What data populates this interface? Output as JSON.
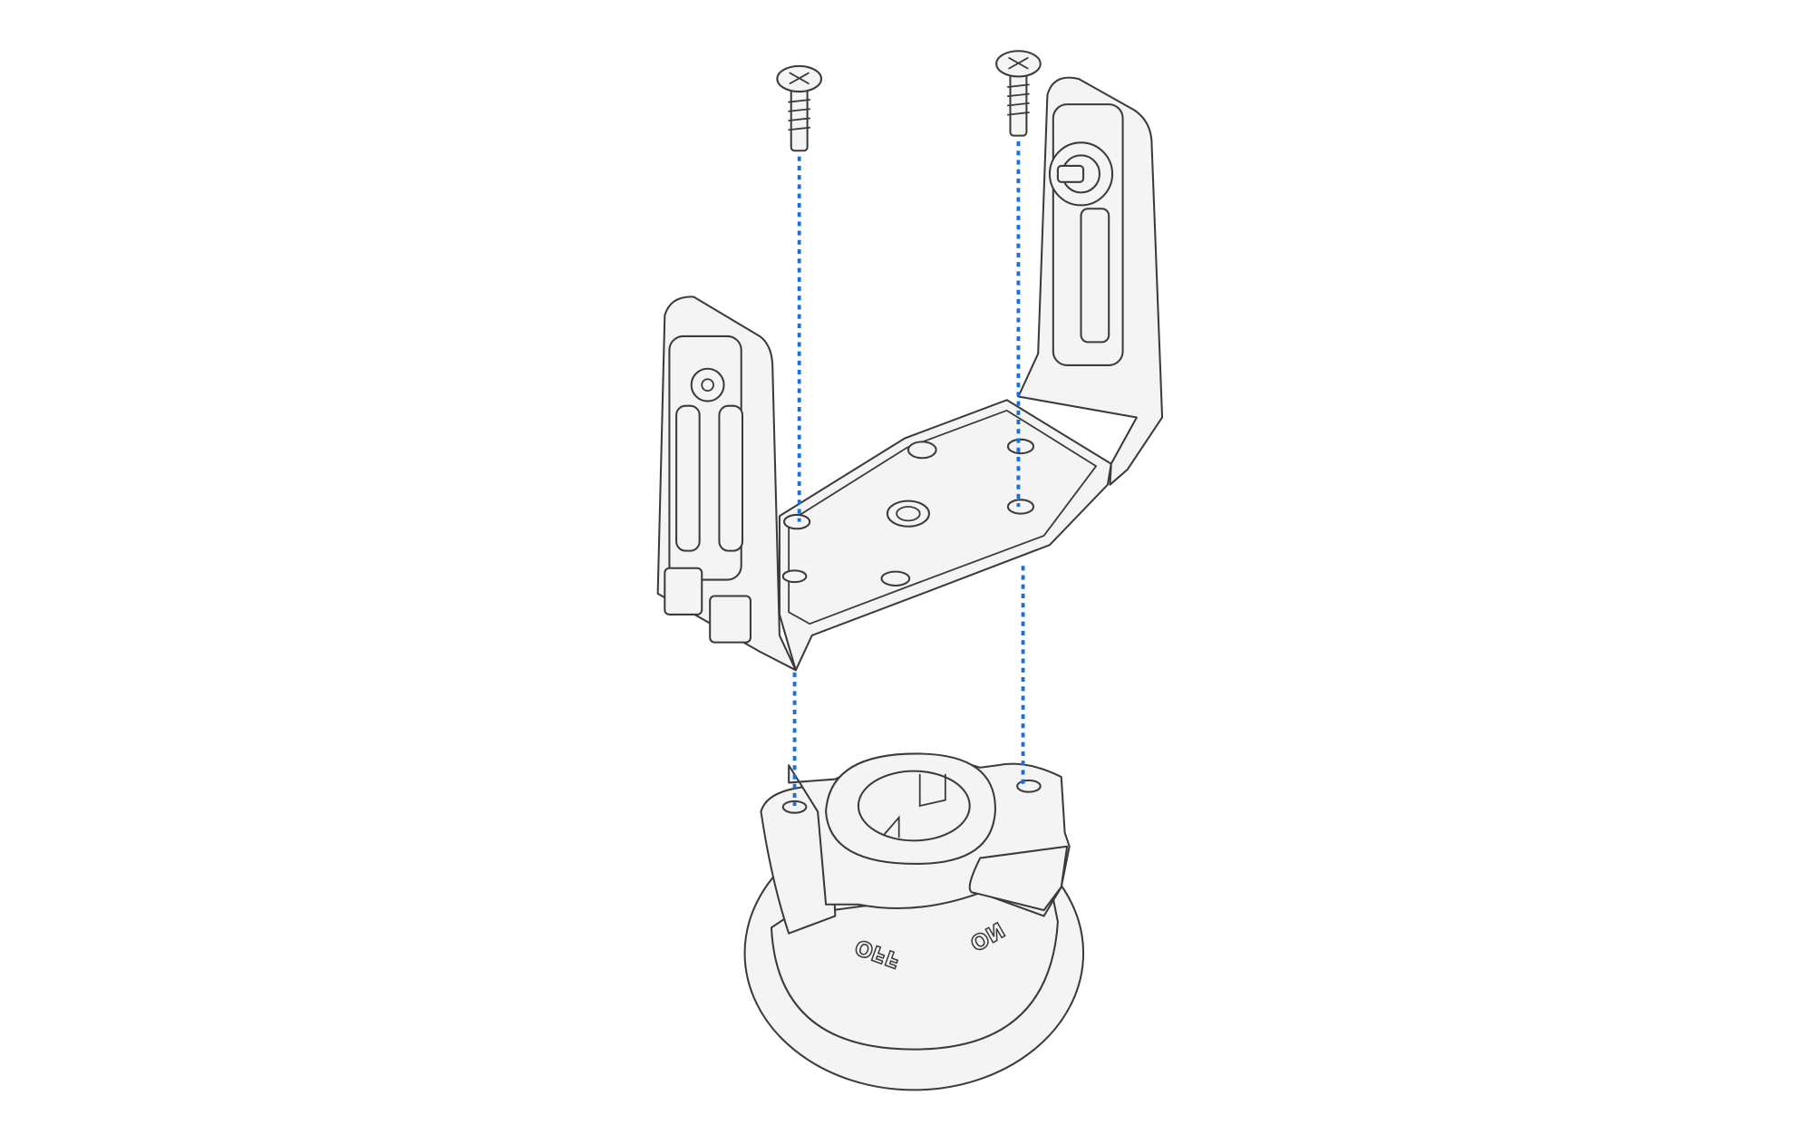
{
  "diagram": {
    "parts": [
      "screw-left",
      "screw-right",
      "mounting-bracket",
      "suction-cup-base"
    ],
    "base_labels": {
      "off": "OFF",
      "on": "ON"
    },
    "colors": {
      "part_fill": "#f4f4f4",
      "outline": "#3b3b3b",
      "guide_line": "#1a6fe0"
    }
  }
}
